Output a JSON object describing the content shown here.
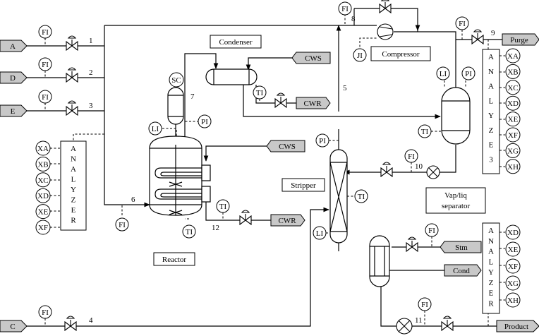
{
  "feeds": {
    "A": "A",
    "D": "D",
    "E": "E",
    "C": "C"
  },
  "outlets": {
    "purge": "Purge",
    "product": "Product"
  },
  "utilities": {
    "cws_condenser": "CWS",
    "cwr_condenser": "CWR",
    "cws_reactor": "CWS",
    "cwr_reactor": "CWR",
    "steam": "Stm",
    "cond": "Cond"
  },
  "units": {
    "condenser": "Condenser",
    "compressor": "Compressor",
    "stripper": "Stripper",
    "reactor": "Reactor",
    "separator_line1": "Vap/liq",
    "separator_line2": "separator"
  },
  "streams": {
    "s1": "1",
    "s2": "2",
    "s3": "3",
    "s4": "4",
    "s5": "5",
    "s6": "6",
    "s7": "7",
    "s8": "8",
    "s9": "9",
    "s10": "10",
    "s11": "11",
    "s12": "12"
  },
  "instruments": {
    "fi_a": "FI",
    "fi_d": "FI",
    "fi_e": "FI",
    "fi_c": "FI",
    "fi_recycle": "FI",
    "fi_purge": "FI",
    "fi_reactor_feed": "FI",
    "fi_sep_under": "FI",
    "fi_steam": "FI",
    "fi_product": "FI",
    "sc_reactor": "SC",
    "li_reactor": "LI",
    "pi_reactor": "PI",
    "ti_reactor": "TI",
    "ti_reactor_cwr": "TI",
    "ti_condenser": "TI",
    "ji_compressor": "JI",
    "li_separator": "LI",
    "pi_separator": "PI",
    "ti_separator": "TI",
    "pi_stripper": "PI",
    "ti_stripper": "TI",
    "li_stripper": "LI"
  },
  "analyzer_left": {
    "letters": [
      "A",
      "N",
      "A",
      "L",
      "Y",
      "Z",
      "E",
      "R"
    ],
    "tags": [
      "XA",
      "XB",
      "XC",
      "XD",
      "XE",
      "XF"
    ]
  },
  "analyzer_purge": {
    "letters": [
      "A",
      "N",
      "A",
      "L",
      "Y",
      "Z",
      "E",
      "3"
    ],
    "tags": [
      "XA",
      "XB",
      "XC",
      "XD",
      "XE",
      "XF",
      "XG",
      "XH"
    ]
  },
  "analyzer_product": {
    "letters": [
      "A",
      "N",
      "A",
      "L",
      "Y",
      "Z",
      "E",
      "R"
    ],
    "tags": [
      "XD",
      "XE",
      "XF",
      "XG",
      "XH"
    ]
  }
}
